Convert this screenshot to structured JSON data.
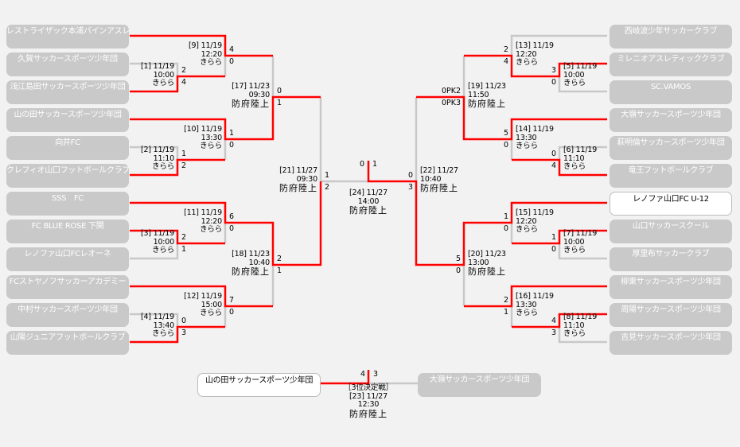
{
  "colors": {
    "winner_line": "#ff0000",
    "loser_line": "#c8c8c8",
    "team_box": "#c9c9c9",
    "highlight_box": "#ffffff"
  },
  "teams_left": [
    "レストライザック本浦パインアスレティッククラブ",
    "久賀サッカースポーツ少年団",
    "浅江島田サッカースポーツ少年団",
    "山の田サッカースポーツ少年団",
    "向井FC",
    "クレフィオ山口フットボールクラブ",
    "SSS　FC",
    "FC BLUE ROSE 下関",
    "レノファ山口FCレオーネ",
    "FCストヤノフサッカーアカデミー",
    "中村サッカースポーツ少年団",
    "山陽ジュニアフットボールクラブ"
  ],
  "teams_right": [
    "西岐波少年サッカークラブ",
    "ミレニオアスレティッククラブ",
    "SC.VAMOS",
    "大嶺サッカースポーツ少年団",
    "萩明倫サッカースポーツ少年団",
    "竜王フットボールクラブ",
    "レノファ山口FC U-12",
    "山口サッカースクール",
    "厚里布サッカークラブ",
    "柳東サッカースポーツ少年団",
    "周陽サッカースポーツ少年団",
    "吉見サッカースポーツ少年団"
  ],
  "champion_index_right": 6,
  "matches": [
    {
      "id": "m1",
      "label": "[1] 11/19",
      "time": "10:00",
      "venue": "きらら",
      "score_top": "2",
      "score_bottom": "4"
    },
    {
      "id": "m2",
      "label": "[2] 11/19",
      "time": "11:10",
      "venue": "きらら",
      "score_top": "1",
      "score_bottom": "2"
    },
    {
      "id": "m3",
      "label": "[3] 11/19",
      "time": "10:00",
      "venue": "きらら",
      "score_top": "2",
      "score_bottom": "1"
    },
    {
      "id": "m4",
      "label": "[4] 11/19",
      "time": "13:40",
      "venue": "きらら",
      "score_top": "0",
      "score_bottom": "3"
    },
    {
      "id": "m5",
      "label": "[5] 11/19",
      "time": "10:00",
      "venue": "きらら",
      "score_top": "3",
      "score_bottom": "0"
    },
    {
      "id": "m6",
      "label": "[6] 11/19",
      "time": "11:10",
      "venue": "きらら",
      "score_top": "0",
      "score_bottom": "4"
    },
    {
      "id": "m7",
      "label": "[7] 11/19",
      "time": "10:00",
      "venue": "きらら",
      "score_top": "1",
      "score_bottom": "0"
    },
    {
      "id": "m8",
      "label": "[8] 11/19",
      "time": "11:10",
      "venue": "きらら",
      "score_top": "4",
      "score_bottom": "3"
    },
    {
      "id": "m9",
      "label": "[9] 11/19",
      "time": "12:20",
      "venue": "きらら",
      "score_top": "4",
      "score_bottom": "0"
    },
    {
      "id": "m10",
      "label": "[10] 11/19",
      "time": "13:30",
      "venue": "きらら",
      "score_top": "1",
      "score_bottom": "0"
    },
    {
      "id": "m11",
      "label": "[11] 11/19",
      "time": "12:20",
      "venue": "きらら",
      "score_top": "6",
      "score_bottom": "0"
    },
    {
      "id": "m12",
      "label": "[12] 11/19",
      "time": "15:00",
      "venue": "きらら",
      "score_top": "7",
      "score_bottom": "0"
    },
    {
      "id": "m13",
      "label": "[13] 11/19",
      "time": "12:20",
      "venue": "きらら",
      "score_top": "2",
      "score_bottom": "4"
    },
    {
      "id": "m14",
      "label": "[14] 11/19",
      "time": "13:30",
      "venue": "きらら",
      "score_top": "5",
      "score_bottom": "0"
    },
    {
      "id": "m15",
      "label": "[15] 11/19",
      "time": "12:20",
      "venue": "きらら",
      "score_top": "1",
      "score_bottom": "0"
    },
    {
      "id": "m16",
      "label": "[16] 11/19",
      "time": "13:30",
      "venue": "きらら",
      "score_top": "2",
      "score_bottom": "1"
    },
    {
      "id": "m17",
      "label": "[17] 11/23",
      "time": "09:30",
      "venue": "防府陸上",
      "score_top": "0",
      "score_bottom": "1"
    },
    {
      "id": "m18",
      "label": "[18] 11/23",
      "time": "10:40",
      "venue": "防府陸上",
      "score_top": "2",
      "score_bottom": "1"
    },
    {
      "id": "m19",
      "label": "[19] 11/23",
      "time": "11:50",
      "venue": "防府陸上",
      "score_top": "0PK2",
      "score_bottom": "0PK3"
    },
    {
      "id": "m20",
      "label": "[20] 11/23",
      "time": "13:00",
      "venue": "防府陸上",
      "score_top": "5",
      "score_bottom": "0"
    },
    {
      "id": "m21",
      "label": "[21] 11/27",
      "time": "09:30",
      "venue": "防府陸上",
      "score_top": "1",
      "score_bottom": "2"
    },
    {
      "id": "m22",
      "label": "[22] 11/27",
      "time": "10:40",
      "venue": "防府陸上",
      "score_top": "0",
      "score_bottom": "3"
    }
  ],
  "final": {
    "label": "[24] 11/27",
    "time": "14:00",
    "venue": "防府陸上",
    "score_left": "0",
    "score_right": "1"
  },
  "third_place": {
    "title": "［3位決定戦］",
    "label": "[23] 11/27",
    "time": "12:30",
    "venue": "防府陸上",
    "team_left": "山の田サッカースポーツ少年団",
    "team_right": "大嶺サッカースポーツ少年団",
    "score_left": "4",
    "score_right": "3"
  }
}
